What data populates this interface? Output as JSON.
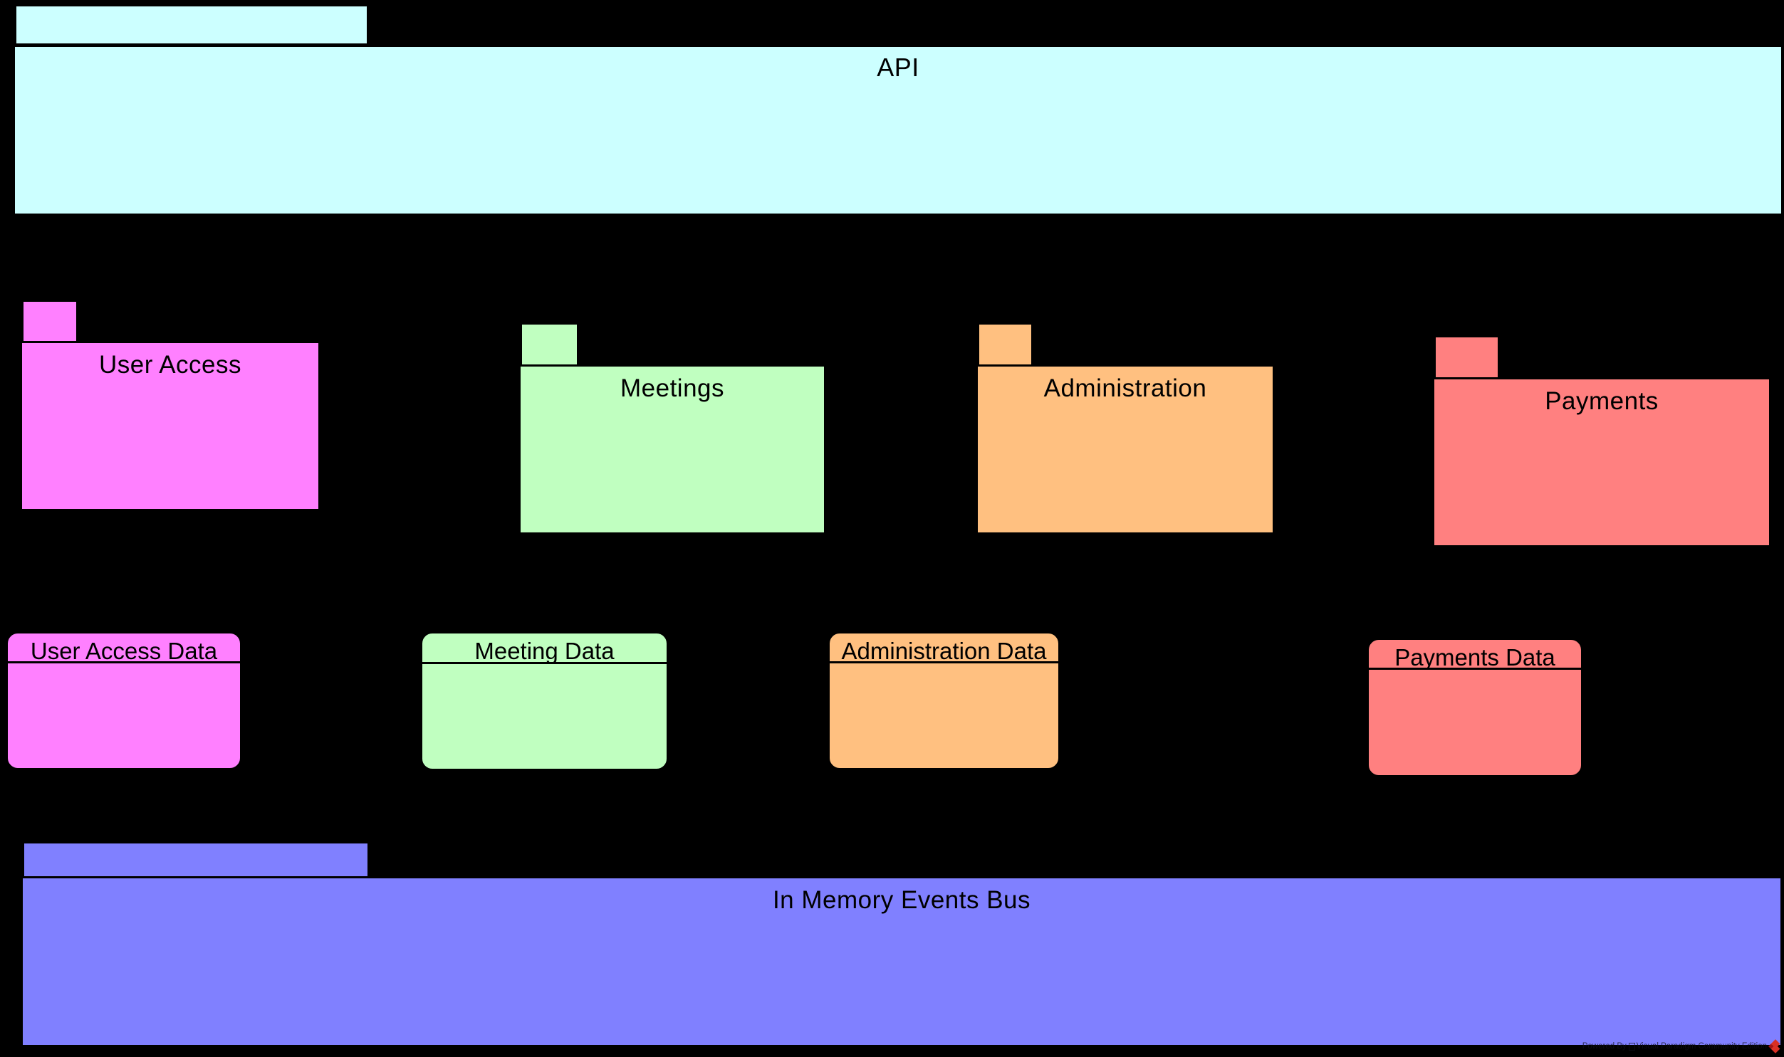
{
  "diagram": {
    "background_color": "#000000",
    "packages": [
      {
        "id": "api",
        "label": "API",
        "color": "#CCFFFF"
      },
      {
        "id": "user_access",
        "label": "User Access",
        "color": "#FF80FF"
      },
      {
        "id": "meetings",
        "label": "Meetings",
        "color": "#C0FFC0"
      },
      {
        "id": "administration",
        "label": "Administration",
        "color": "#FFC080"
      },
      {
        "id": "payments",
        "label": "Payments",
        "color": "#FF8080"
      },
      {
        "id": "events_bus",
        "label": "In Memory Events Bus",
        "color": "#8080FF"
      }
    ],
    "data_stores": [
      {
        "id": "user_access_data",
        "label": "User Access Data",
        "color": "#FF80FF"
      },
      {
        "id": "meeting_data",
        "label": "Meeting Data",
        "color": "#C0FFC0"
      },
      {
        "id": "administration_data",
        "label": "Administration Data",
        "color": "#FFC080"
      },
      {
        "id": "payments_data",
        "label": "Payments Data",
        "color": "#FF8080"
      }
    ],
    "watermark": {
      "prefix": "Powered By",
      "suffix": "Visual Paradigm Community Edition",
      "logo_color": "#D93025",
      "logo_dark_color": "#A31515"
    }
  }
}
